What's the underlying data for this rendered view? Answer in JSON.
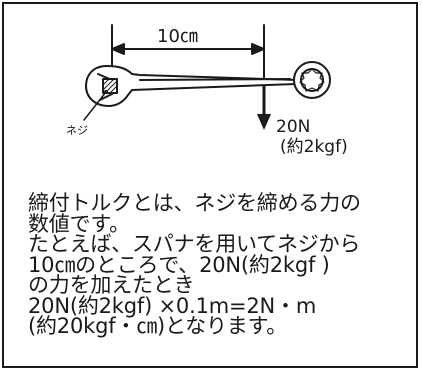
{
  "diagram": {
    "dimension_label": "10㎝",
    "screw_label": "ネジ",
    "force_label": "20N",
    "force_sub_label": "(約2kgf)"
  },
  "explanation": {
    "lines": [
      "締付トルクとは、ネジを締める力の",
      "数値です。",
      "たとえば、スパナを用いてネジから",
      "10㎝のところで、20N(約2kgf )",
      "の力を加えたとき",
      "20N(約2kgf) ×0.1m=2N・m",
      "(約20kgf・㎝)となります。"
    ]
  },
  "colors": {
    "line": "#1a1a1a",
    "background": "#ffffff"
  }
}
